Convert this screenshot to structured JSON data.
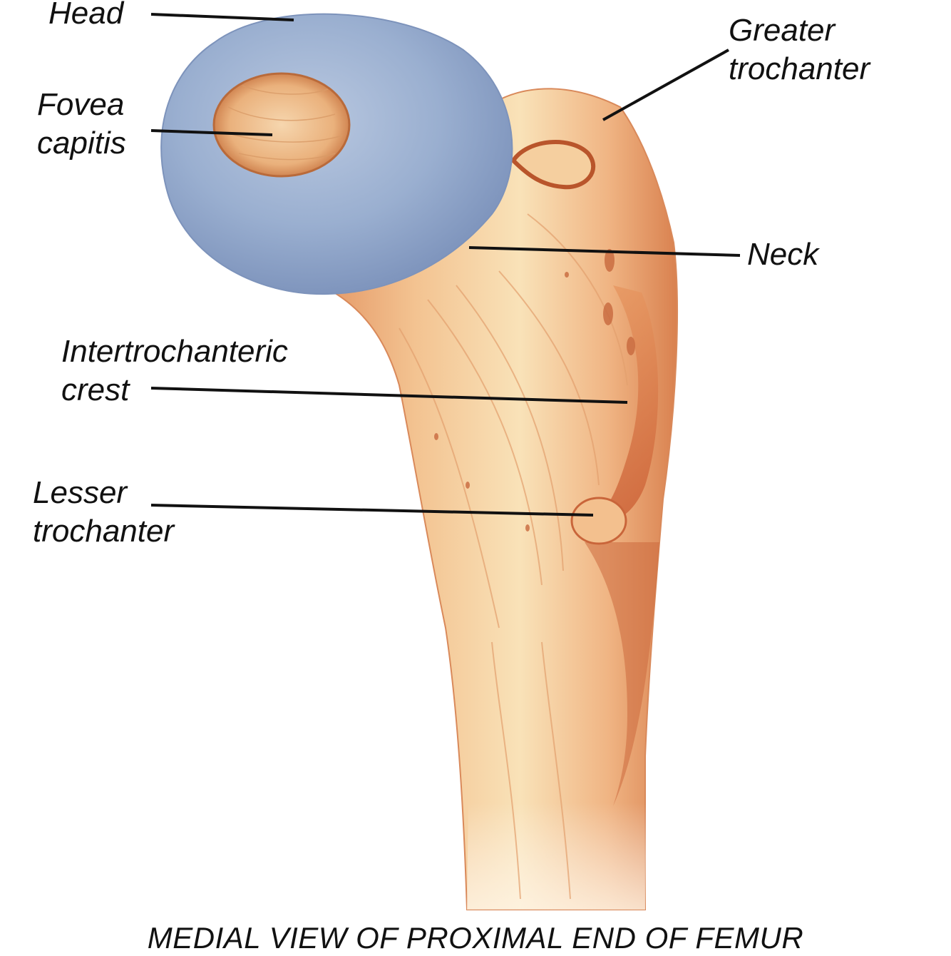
{
  "figure": {
    "caption": "MEDIAL VIEW OF PROXIMAL END OF FEMUR",
    "labels": {
      "head": "Head",
      "fovea_line1": "Fovea",
      "fovea_line2": "capitis",
      "greater_line1": "Greater",
      "greater_line2": "trochanter",
      "neck": "Neck",
      "intertroch_line1": "Intertrochanteric",
      "intertroch_line2": "crest",
      "lesser_line1": "Lesser",
      "lesser_line2": "trochanter"
    }
  },
  "colors": {
    "head_cartilage": "#8fa3c7",
    "bone_light": "#f7dcae",
    "bone_mid": "#ecaa73",
    "bone_dark": "#cf6a3c",
    "leader_line": "#111111"
  }
}
